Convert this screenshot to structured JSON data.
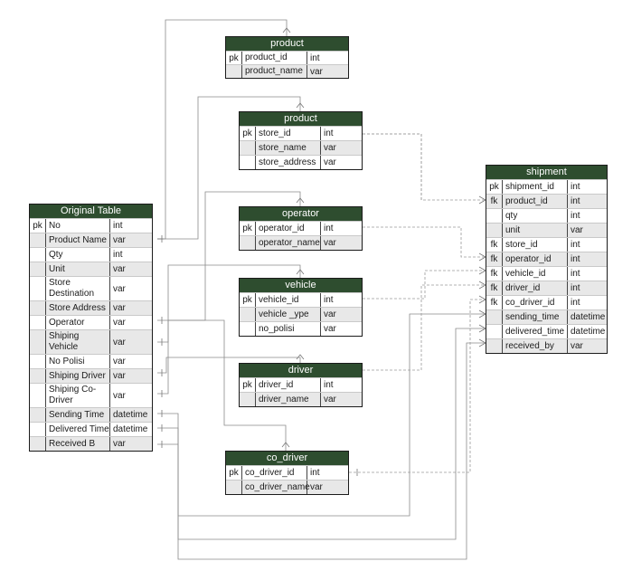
{
  "entities": {
    "product1": {
      "title": "product",
      "rows": [
        {
          "key": "pk",
          "name": "product_id",
          "type": "int"
        },
        {
          "key": "",
          "name": "product_name",
          "type": "var"
        }
      ]
    },
    "product2": {
      "title": "product",
      "rows": [
        {
          "key": "pk",
          "name": "store_id",
          "type": "int"
        },
        {
          "key": "",
          "name": "store_name",
          "type": "var"
        },
        {
          "key": "",
          "name": "store_address",
          "type": "var"
        }
      ]
    },
    "operator": {
      "title": "operator",
      "rows": [
        {
          "key": "pk",
          "name": "operator_id",
          "type": "int"
        },
        {
          "key": "",
          "name": "operator_name",
          "type": "var"
        }
      ]
    },
    "vehicle": {
      "title": "vehicle",
      "rows": [
        {
          "key": "pk",
          "name": "vehicle_id",
          "type": "int"
        },
        {
          "key": "",
          "name": "vehicle _ype",
          "type": "var"
        },
        {
          "key": "",
          "name": "no_polisi",
          "type": "var"
        }
      ]
    },
    "driver": {
      "title": "driver",
      "rows": [
        {
          "key": "pk",
          "name": "driver_id",
          "type": "int"
        },
        {
          "key": "",
          "name": "driver_name",
          "type": "var"
        }
      ]
    },
    "co_driver": {
      "title": "co_driver",
      "rows": [
        {
          "key": "pk",
          "name": "co_driver_id",
          "type": "int"
        },
        {
          "key": "",
          "name": "co_driver_name",
          "type": "var"
        }
      ]
    },
    "original": {
      "title": "Original Table",
      "rows": [
        {
          "key": "pk",
          "name": "No",
          "type": "int"
        },
        {
          "key": "",
          "name": "Product Name",
          "type": "var"
        },
        {
          "key": "",
          "name": "Qty",
          "type": "int"
        },
        {
          "key": "",
          "name": "Unit",
          "type": "var"
        },
        {
          "key": "",
          "name": "Store Destination",
          "type": "var"
        },
        {
          "key": "",
          "name": "Store Address",
          "type": "var"
        },
        {
          "key": "",
          "name": "Operator",
          "type": "var"
        },
        {
          "key": "",
          "name": "Shiping Vehicle",
          "type": "var"
        },
        {
          "key": "",
          "name": "No Polisi",
          "type": "var"
        },
        {
          "key": "",
          "name": "Shiping Driver",
          "type": "var"
        },
        {
          "key": "",
          "name": "Shiping Co-Driver",
          "type": "var"
        },
        {
          "key": "",
          "name": "Sending Time",
          "type": "datetime"
        },
        {
          "key": "",
          "name": "Delivered Time",
          "type": "datetime"
        },
        {
          "key": "",
          "name": "Received B",
          "type": "var"
        }
      ]
    },
    "shipment": {
      "title": "shipment",
      "rows": [
        {
          "key": "pk",
          "name": "shipment_id",
          "type": "int"
        },
        {
          "key": "fk",
          "name": "product_id",
          "type": "int"
        },
        {
          "key": "",
          "name": "qty",
          "type": "int"
        },
        {
          "key": "",
          "name": "unit",
          "type": "var"
        },
        {
          "key": "fk",
          "name": "store_id",
          "type": "int"
        },
        {
          "key": "fk",
          "name": "operator_id",
          "type": "int"
        },
        {
          "key": "fk",
          "name": "vehicle_id",
          "type": "int"
        },
        {
          "key": "fk",
          "name": "driver_id",
          "type": "int"
        },
        {
          "key": "fk",
          "name": "co_driver_id",
          "type": "int"
        },
        {
          "key": "",
          "name": "sending_time",
          "type": "datetime"
        },
        {
          "key": "",
          "name": "delivered_time",
          "type": "datetime"
        },
        {
          "key": "",
          "name": "received_by",
          "type": "var"
        }
      ]
    }
  },
  "colors": {
    "header": "#2e4d2f",
    "header_text": "#ffffff",
    "row_alt": "#e8e8e8",
    "line": "#7a7a7a"
  }
}
